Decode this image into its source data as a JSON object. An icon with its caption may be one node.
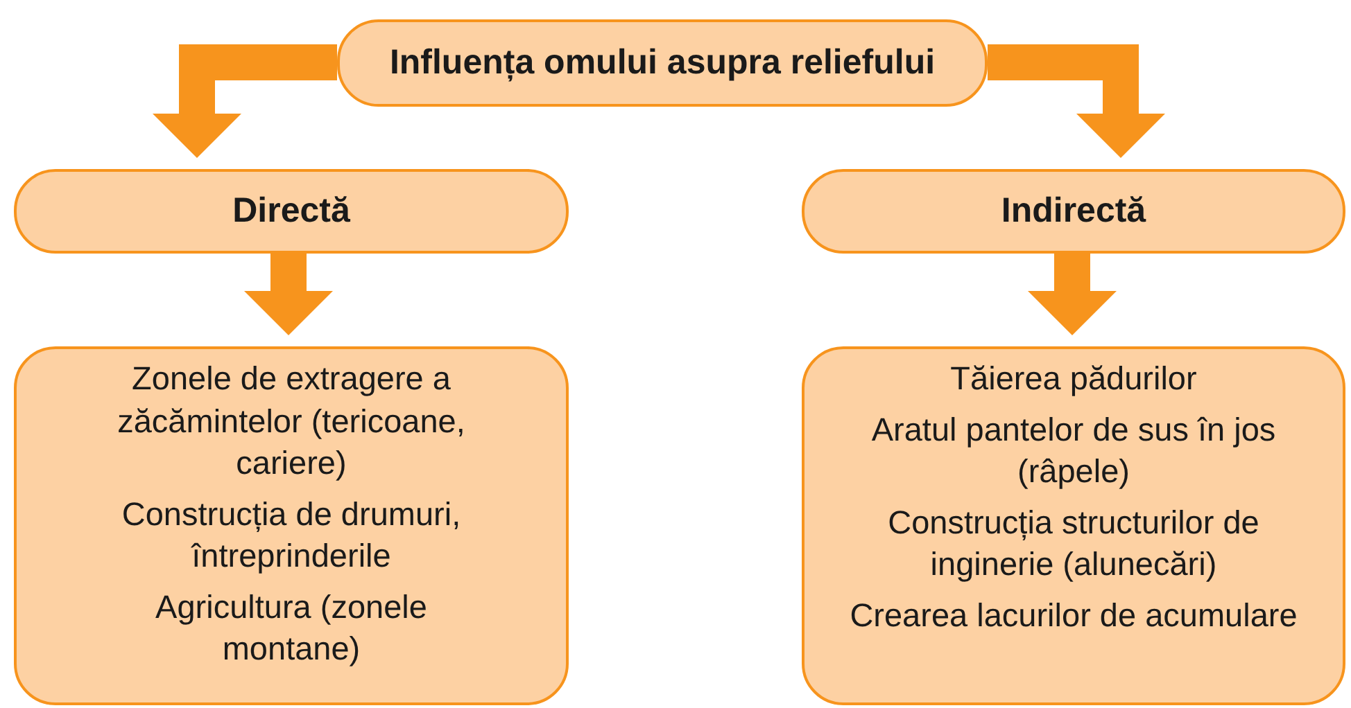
{
  "diagram": {
    "nodes": [
      {
        "text": [
          "Influența omului asupra reliefului"
        ]
      },
      {
        "text": [
          "Directă"
        ]
      },
      {
        "text": [
          "Indirectă"
        ]
      },
      {
        "text": [
          "Zonele de extragere a zăcămintelor (tericoane, cariere)",
          "Construcția de drumuri, întreprinderile",
          "Agricultura (zonele montane)"
        ]
      },
      {
        "text": [
          "Tăierea pădurilor",
          "Aratul pantelor de sus în jos (râpele)",
          "Construcția structurilor de inginerie (alunecări)",
          "Crearea lacurilor de acumulare"
        ]
      }
    ],
    "edges": [
      {
        "from": 0,
        "to": 1,
        "arrow": "to"
      },
      {
        "from": 0,
        "to": 2,
        "arrow": "to"
      },
      {
        "from": 1,
        "to": 3,
        "arrow": "to"
      },
      {
        "from": 2,
        "to": 4,
        "arrow": "to"
      }
    ]
  }
}
